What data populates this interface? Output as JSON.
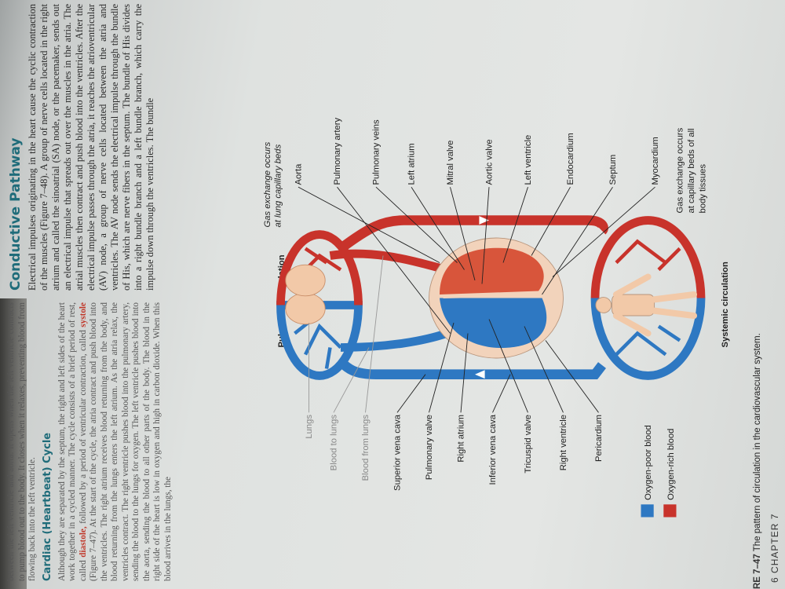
{
  "page_header": {
    "page_number": "6",
    "chapter": "CHAPTER 7"
  },
  "caption": {
    "figure_label": "RE 7–47",
    "text": "The pattern of circulation in the cardiovascular system."
  },
  "left_column": {
    "intro": "between the left ventricle and aorta. It opens when the left ventricle contracts to pump blood out to the body. It closes when it relaxes, preventing blood from flowing back into the left ventricle.",
    "heading": "Cardiac (Heartbeat) Cycle",
    "para_start": "Although they are separated by the septum, the right and left sides of the heart work together in a cycled manner. The cycle consists of a brief period of rest, called",
    "term_diastole": "diastole,",
    "para_mid": "followed by a period of ventricular contraction, called",
    "term_systole": "systole",
    "para_end": "(Figure 7–47). At the start of the cycle, the atria contract and push blood into the ventricles. The right atrium receives blood returning from the body, and blood returning from the lungs enters the left atrium. As the atria relax, the ventricles contract. The right ventricle pushes blood into the pulmonary artery, sending the blood to the lungs for oxygen. The left ventricle pushes blood into the aorta, sending the blood to all other parts of the body. The blood in the right side of the heart is low in oxygen and high in carbon dioxide. When this blood arrives in the lungs, the"
  },
  "right_column": {
    "heading": "Conductive Pathway",
    "para": "Electrical impulses originating in the heart cause the cyclic contraction of the muscles (Figure 7–48). A group of nerve cells located in the right atrium and called the sinoatrial (SA) node, or the pacemaker, sends out an electrical impulse that spreads out over the muscles in the atria. The atrial muscles then contract and push blood into the ventricles. After the electrical impulse passes through the atria, it reaches the atrioventricular (AV) node, a group of nerve cells located between the atria and ventricles. The AV node sends the electrical impulse through the bundle of His, which are nerve fibers in the septum. The bundle of His divides into a right bundle branch and a left bundle branch, which carry the impulse down through the ventricles. The bundle"
  },
  "diagram": {
    "pulmonary_title": "Pulmonary circulation",
    "systemic_title": "Systemic circulation",
    "lung_gas_exchange": [
      "Gas exchange occurs",
      "at lung capillary beds"
    ],
    "body_gas_exchange": [
      "Gas exchange occurs",
      "at capillary beds of all",
      "body tissues"
    ],
    "right_labels": [
      "Aorta",
      "Pulmonary artery",
      "Pulmonary veins",
      "Left atrium",
      "Mitral valve",
      "Aortic valve",
      "Left ventricle",
      "Endocardium",
      "Septum",
      "Myocardium"
    ],
    "left_labels": [
      "Lungs",
      "Blood to lungs",
      "Blood from lungs",
      "Superior vena cava",
      "Pulmonary valve",
      "Right atrium",
      "Inferior vena cava",
      "Tricuspid valve",
      "Right ventricle",
      "Pericardium"
    ],
    "legend": [
      {
        "label": "Oxygen-poor blood",
        "color": "#2e78c2"
      },
      {
        "label": "Oxygen-rich blood",
        "color": "#c8332b"
      }
    ]
  },
  "colors": {
    "oxygen_poor": "#2e78c2",
    "oxygen_rich": "#c8332b",
    "tissue": "#f2c9a8",
    "heading": "#1f6c7a"
  }
}
